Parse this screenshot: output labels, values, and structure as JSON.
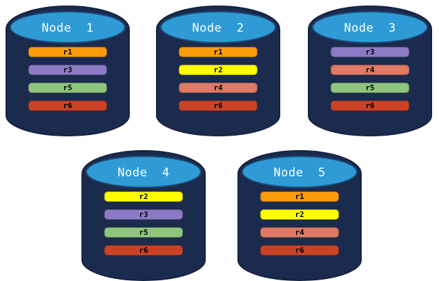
{
  "replica_colors": {
    "r1": "#FB9C0C",
    "r2": "#FFFF00",
    "r3": "#8C7BC4",
    "r4": "#DF7A66",
    "r5": "#90C57E",
    "r6": "#CB4326"
  },
  "palette": {
    "cylinder_body": "#1B2B4E",
    "cylinder_outline": "#13223F",
    "cylinder_top": "#2E9BD6",
    "cylinder_top_border": "#1D4F7C",
    "title_text": "#FFFFFF",
    "bar_text": "#000000",
    "background": "#FFFFFF"
  },
  "nodes": [
    {
      "title": "Node  1",
      "replicas": [
        "r1",
        "r3",
        "r5",
        "r6"
      ]
    },
    {
      "title": "Node  2",
      "replicas": [
        "r1",
        "r2",
        "r4",
        "r6"
      ]
    },
    {
      "title": "Node  3",
      "replicas": [
        "r3",
        "r4",
        "r5",
        "r6"
      ]
    },
    {
      "title": "Node  4",
      "replicas": [
        "r2",
        "r3",
        "r5",
        "r6"
      ]
    },
    {
      "title": "Node  5",
      "replicas": [
        "r1",
        "r2",
        "r4",
        "r6"
      ]
    }
  ]
}
